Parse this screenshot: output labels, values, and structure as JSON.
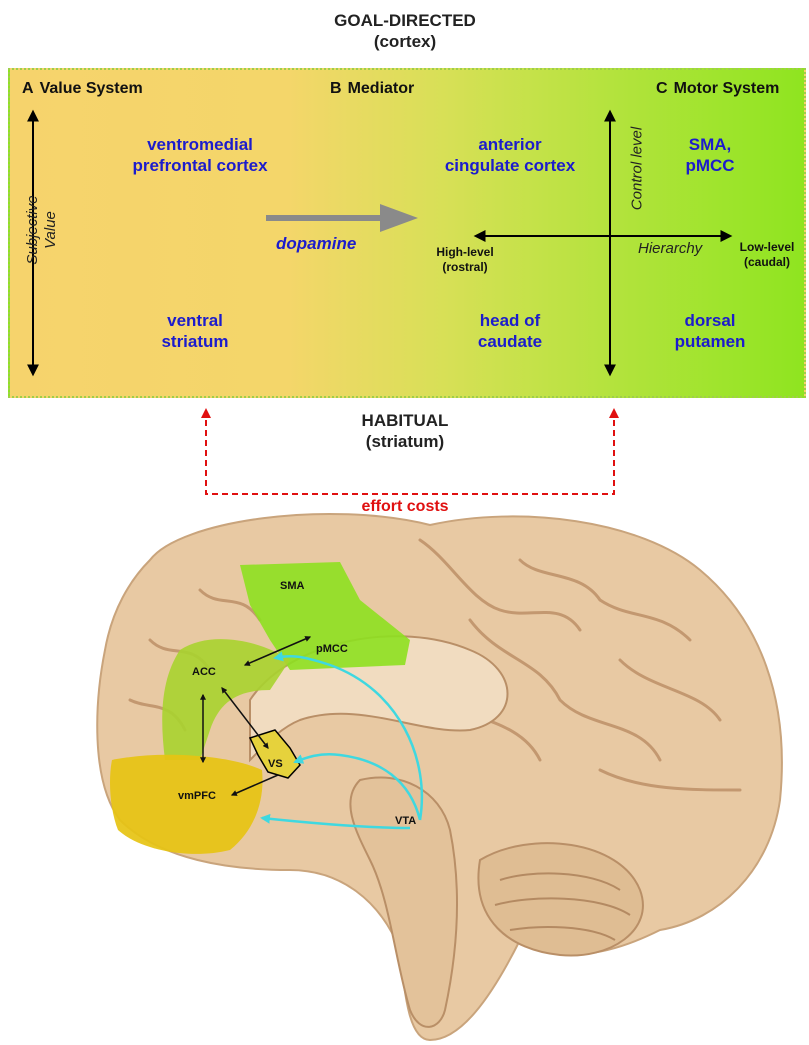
{
  "top_title": {
    "line1": "GOAL-DIRECTED",
    "line2": "(cortex)"
  },
  "bottom_title": {
    "line1": "HABITUAL",
    "line2": "(striatum)"
  },
  "sections": {
    "a": {
      "letter": "A",
      "label": "Value System"
    },
    "b": {
      "letter": "B",
      "label": "Mediator"
    },
    "c": {
      "letter": "C",
      "label": "Motor System"
    }
  },
  "regions": {
    "vmpfc": {
      "line1": "ventromedial",
      "line2": "prefrontal cortex"
    },
    "ventral_striatum": {
      "line1": "ventral",
      "line2": "striatum"
    },
    "acc": {
      "line1": "anterior",
      "line2": "cingulate cortex"
    },
    "head_caudate": {
      "line1": "head of",
      "line2": "caudate"
    },
    "sma_pmcc": {
      "line1": "SMA,",
      "line2": "pMCC"
    },
    "dorsal_putamen": {
      "line1": "dorsal",
      "line2": "putamen"
    }
  },
  "axis_subjective_value": {
    "line1": "Subjective",
    "line2": "Value"
  },
  "dopamine_label": "dopamine",
  "control_level_label": "Control level",
  "hierarchy_label": "Hierarchy",
  "high_level": {
    "line1": "High-level",
    "line2": "(rostral)"
  },
  "low_level": {
    "line1": "Low-level",
    "line2": "(caudal)"
  },
  "effort_costs_label": "effort costs",
  "brain_labels": {
    "sma": "SMA",
    "pmcc": "pMCC",
    "acc": "ACC",
    "vs": "VS",
    "vmpfc": "vmPFC",
    "vta": "VTA"
  },
  "colors": {
    "region_text": "#1c1ccc",
    "effort": "#e01010",
    "dopamine_pathway": "#3fd8e0",
    "brain_tissue": "#e8c9a3",
    "panel_left": "#f6d36c",
    "panel_right": "#8fe420"
  }
}
